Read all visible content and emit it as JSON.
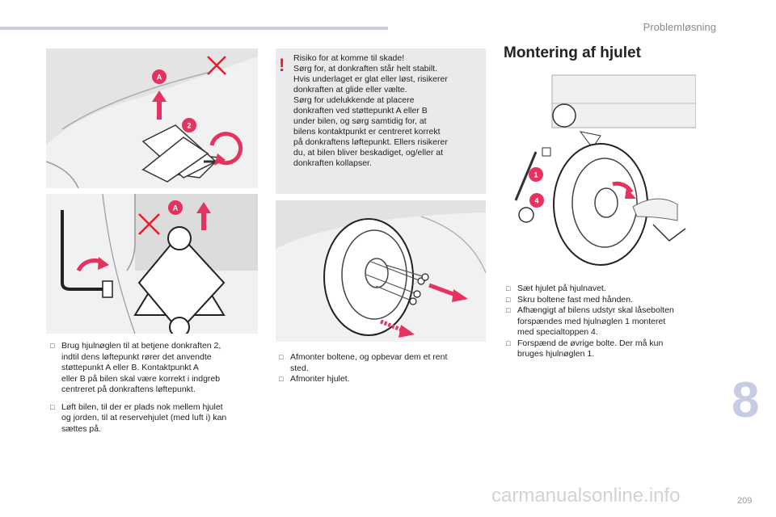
{
  "header": {
    "section": "Problemløsning"
  },
  "illustration_labels": {
    "img1": {
      "point_a": "A",
      "step": "2"
    },
    "img2": {
      "point_a": "A"
    },
    "img4": {
      "tool": "1",
      "socket": "4"
    }
  },
  "warning": {
    "mark": "!",
    "lines": [
      "Risiko for at komme til skade!",
      "Sørg for, at donkraften står helt stabilt.",
      "Hvis underlaget er glat eller løst, risikerer",
      "donkraften at glide eller vælte.",
      "Sørg for udelukkende at placere",
      "donkraften ved støttepunkt A eller B",
      "under bilen, og sørg samtidig for, at",
      "bilens kontaktpunkt er centreret korrekt",
      "på donkraftens løftepunkt. Ellers risikerer",
      "du, at bilen bliver beskadiget, og/eller at",
      "donkraften kollapser."
    ]
  },
  "col1": {
    "bullet1": [
      "Brug hjulnøglen til at betjene donkraften 2,",
      "indtil dens løftepunkt rører det anvendte",
      "støttepunkt A eller B. Kontaktpunkt A",
      "eller B på bilen skal være korrekt i indgreb",
      "centreret på donkraftens løftepunkt."
    ],
    "bullet2": [
      "Løft bilen, til der er plads nok mellem hjulet",
      "og jorden, til at reservehjulet (med luft i) kan",
      "sættes på."
    ]
  },
  "col2": {
    "bullet1": [
      "Afmonter boltene, og opbevar dem et rent",
      "sted."
    ],
    "bullet2": [
      "Afmonter hjulet."
    ]
  },
  "col3": {
    "title": "Montering af hjulet",
    "bullet1": [
      "Sæt hjulet på hjulnavet."
    ],
    "bullet2": [
      "Skru boltene fast med hånden."
    ],
    "bullet3": [
      "Afhængigt af bilens udstyr skal låsebolten",
      "forspændes med hjulnøglen 1 monteret",
      "med specialtoppen 4."
    ],
    "bullet4": [
      "Forspænd de øvrige bolte. Der må kun",
      "bruges hjulnøglen 1."
    ]
  },
  "chapter": "8",
  "page_number": "209",
  "watermark": "carmanualsonline.info",
  "colors": {
    "accent": "#c7cbe3",
    "warning": "#e31d2d",
    "badge": "#e4335f"
  }
}
